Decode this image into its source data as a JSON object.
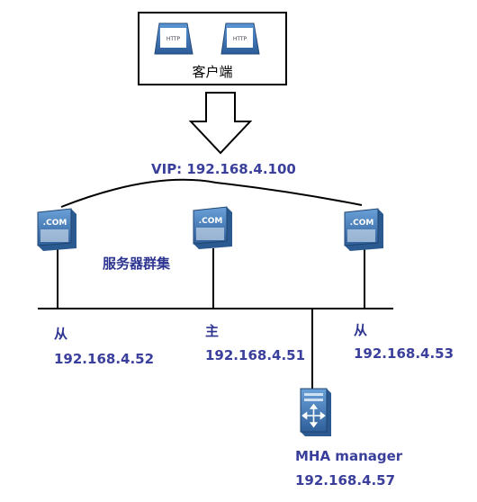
{
  "client": {
    "label": "客户端",
    "devices": [
      {
        "label": "HTTP"
      },
      {
        "label": "HTTP"
      }
    ]
  },
  "vip": {
    "label": "VIP: 192.168.4.100"
  },
  "cluster": {
    "label": "服务器群集",
    "servers": [
      {
        "badge": ".COM",
        "role": "从",
        "ip": "192.168.4.52"
      },
      {
        "badge": ".COM",
        "role": "主",
        "ip": "192.168.4.51"
      },
      {
        "badge": ".COM",
        "role": "从",
        "ip": "192.168.4.53"
      }
    ]
  },
  "manager": {
    "name": "MHA manager",
    "ip": "192.168.4.57"
  },
  "colors": {
    "label": "#3a3f9b",
    "device": "#4a86c8",
    "line": "#000000"
  }
}
